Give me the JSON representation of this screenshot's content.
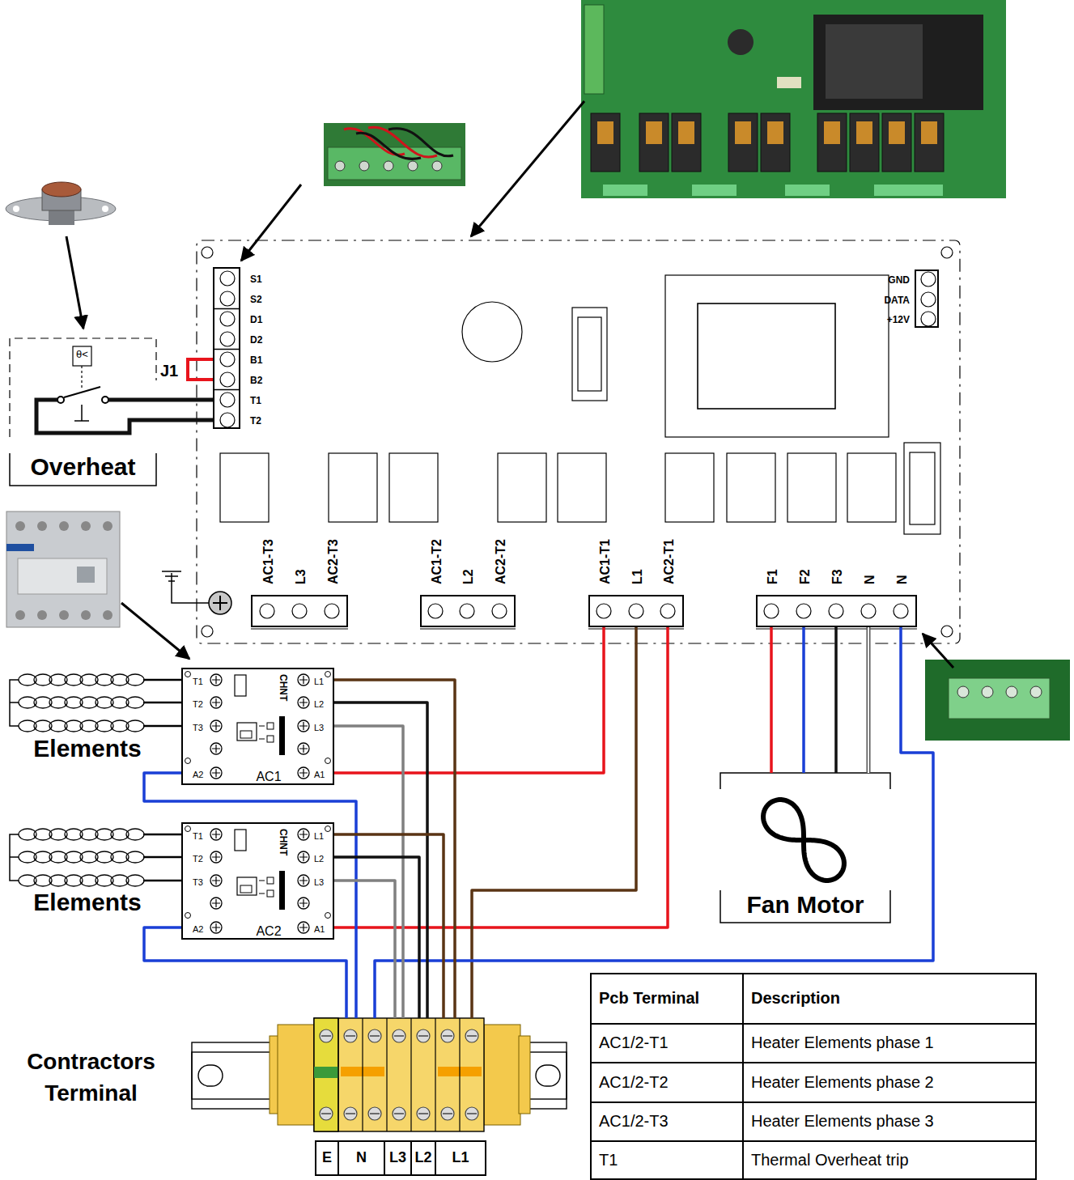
{
  "diagram": {
    "nodes": [
      {
        "text": [
          "θ<",
          "Overheat"
        ]
      },
      {
        "text": [
          "S1",
          "S2",
          "D1",
          "D2",
          "B1",
          "B2",
          "T1",
          "T2"
        ]
      },
      {
        "text": [
          "GND",
          "DATA",
          "+12V"
        ]
      },
      {
        "text": [
          "AC1-T3",
          "L3",
          "AC2-T3"
        ]
      },
      {
        "text": [
          "AC1-T2",
          "L2",
          "AC2-T2"
        ]
      },
      {
        "text": [
          "AC1-T1",
          "L1",
          "AC2-T1"
        ]
      },
      {
        "text": [
          "F1",
          "F2",
          "F3",
          "N",
          "N"
        ]
      },
      {
        "text": [
          "T1",
          "T2",
          "T3",
          "L1",
          "L2",
          "L3",
          "A2",
          "A1",
          "CHNT",
          "AC1"
        ]
      },
      {
        "text": [
          "T1",
          "T2",
          "T3",
          "L1",
          "L2",
          "L3",
          "A2",
          "A1",
          "CHNT",
          "AC2"
        ]
      },
      {
        "text": [
          "Fan Motor"
        ]
      },
      {
        "text": [
          "Contractors Terminal",
          "E",
          "N",
          "L3",
          "L2",
          "L1"
        ]
      }
    ],
    "edges": [
      {
        "from": 0,
        "to": 1,
        "arrow": "none"
      },
      {
        "from": 0,
        "to": 1,
        "arrow": "none"
      },
      {
        "from": 5,
        "to": 7,
        "arrow": "none"
      },
      {
        "from": 5,
        "to": 8,
        "arrow": "none"
      },
      {
        "from": 5,
        "to": 10,
        "arrow": "none"
      },
      {
        "from": 6,
        "to": 9,
        "arrow": "none"
      },
      {
        "from": 6,
        "to": 9,
        "arrow": "none"
      },
      {
        "from": 6,
        "to": 9,
        "arrow": "none"
      },
      {
        "from": 6,
        "to": 9,
        "arrow": "none"
      },
      {
        "from": 6,
        "to": 10,
        "arrow": "none"
      },
      {
        "from": 7,
        "to": 10,
        "arrow": "none"
      },
      {
        "from": 7,
        "to": 10,
        "arrow": "none"
      },
      {
        "from": 7,
        "to": 10,
        "arrow": "none"
      },
      {
        "from": 7,
        "to": 10,
        "arrow": "none"
      },
      {
        "from": 8,
        "to": 10,
        "arrow": "none"
      },
      {
        "from": 8,
        "to": 10,
        "arrow": "none"
      },
      {
        "from": 8,
        "to": 10,
        "arrow": "none"
      },
      {
        "from": 8,
        "to": 10,
        "arrow": "none"
      }
    ],
    "labels": [
      "J1",
      "Elements",
      "Elements",
      "Pcb Terminal",
      "Description",
      "AC1/2-T1",
      "Heater Elements phase 1",
      "AC1/2-T2",
      "Heater Elements phase 2",
      "AC1/2-T3",
      "Heater Elements phase 3",
      "T1",
      "Thermal Overheat trip"
    ]
  }
}
